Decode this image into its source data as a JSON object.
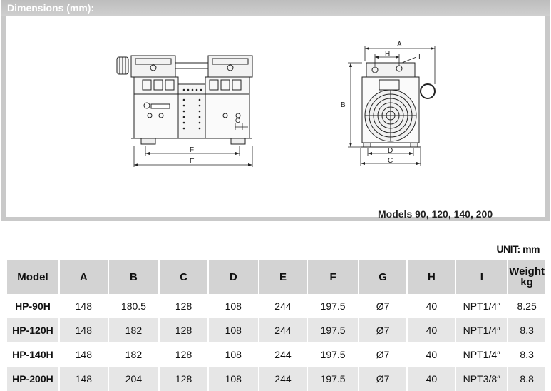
{
  "header": {
    "title": "Dimensions (mm):"
  },
  "drawings": {
    "front_labels": {
      "f": "F",
      "e": "E",
      "g": "G"
    },
    "side_labels": {
      "a": "A",
      "h": "H",
      "i": "I",
      "b": "B",
      "d": "D",
      "c": "C"
    },
    "caption": "Models 90, 120, 140, 200"
  },
  "unit_label": "UNIT: mm",
  "table": {
    "headers": [
      "Model",
      "A",
      "B",
      "C",
      "D",
      "E",
      "F",
      "G",
      "H",
      "I",
      "Weight",
      "kg"
    ],
    "rows": [
      [
        "HP-90H",
        "148",
        "180.5",
        "128",
        "108",
        "244",
        "197.5",
        "Ø7",
        "40",
        "NPT1/4″",
        "8.25"
      ],
      [
        "HP-120H",
        "148",
        "182",
        "128",
        "108",
        "244",
        "197.5",
        "Ø7",
        "40",
        "NPT1/4″",
        "8.3"
      ],
      [
        "HP-140H",
        "148",
        "182",
        "128",
        "108",
        "244",
        "197.5",
        "Ø7",
        "40",
        "NPT1/4″",
        "8.3"
      ],
      [
        "HP-200H",
        "148",
        "204",
        "128",
        "108",
        "244",
        "197.5",
        "Ø7",
        "40",
        "NPT3/8″",
        "8.8"
      ]
    ]
  }
}
